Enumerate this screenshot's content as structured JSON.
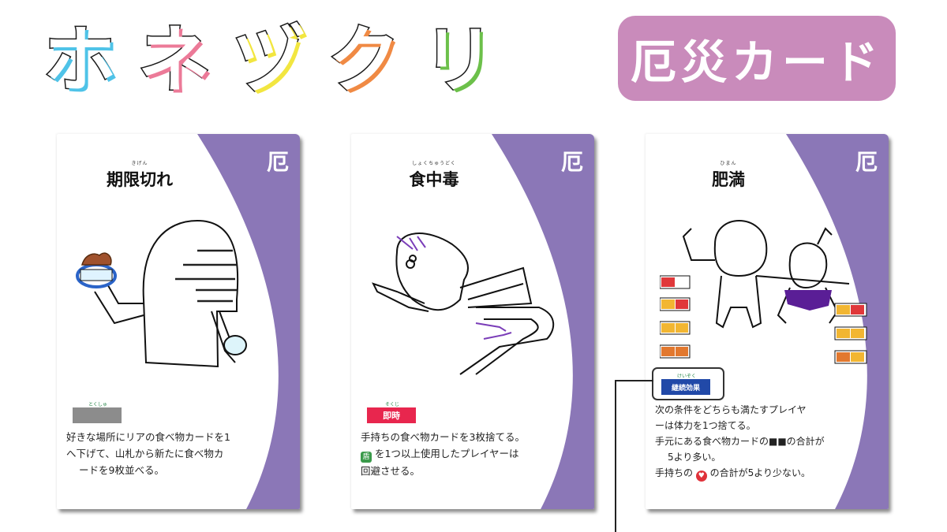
{
  "logo": {
    "chars": [
      "ホ",
      "ネ",
      "ヅ",
      "ク",
      "リ"
    ],
    "colors": [
      "#4FC3E8",
      "#EC7A98",
      "#F2E640",
      "#F08A44",
      "#6CC04A"
    ]
  },
  "badge": {
    "label": "厄災カード",
    "color": "#C98BBB"
  },
  "theme": {
    "card_accent": "#8B77B7",
    "corner_mark": "厄"
  },
  "cards": [
    {
      "ruby": "きげん",
      "title": "期限切れ",
      "illustration": "character-holding-expired-food",
      "tag_ruby": "とくしゅ",
      "tag_label": "",
      "tag_color": "#8C8C8C",
      "description": [
        "好きな場所にリアの食べ物カードを1",
        "へ下げて、山札から新たに食べ物カ",
        "ードを9枚並べる。"
      ]
    },
    {
      "ruby": "しょくちゅうどく",
      "title": "食中毒",
      "illustration": "character-falling-food-poisoning",
      "tag_ruby": "そくじ",
      "tag_label": "即時",
      "tag_color": "#E8264E",
      "description": [
        "手持ちの食べ物カードを3枚捨てる。",
        "[shield] を1つ以上使用したプレイヤーは",
        "回避させる。"
      ],
      "inline_icon": {
        "name": "shield-icon",
        "color": "#3A9A4A",
        "glyph": "盾"
      }
    },
    {
      "ruby": "ひまん",
      "title": "肥満",
      "illustration": "two-characters-sumo-with-battery-gauges",
      "tag_ruby": "けいぞく",
      "tag_label": "継続効果",
      "tag_color": "#2149A8",
      "description": [
        "次の条件をどちらも満たすプレイヤ",
        "ーは体力を1つ捨てる。",
        "手元にある食べ物カードの■■の合計が",
        "5より多い。",
        "手持ちの ♥ の合計が5より少ない。"
      ],
      "inline_icon": {
        "name": "heart-icon",
        "color": "#E0323A",
        "glyph": "♥"
      },
      "gauges_left": [
        [
          "#E0383A",
          "#ffffff"
        ],
        [
          "#F2B632",
          "#E0383A"
        ],
        [
          "#F2B632",
          "#F2B632"
        ],
        [
          "#E2782E",
          "#E2782E"
        ]
      ],
      "gauges_right": [
        [
          "#F2B632",
          "#E0383A"
        ],
        [
          "#F2B632",
          "#F2B632"
        ],
        [
          "#E2782E",
          "#F2B632"
        ]
      ]
    }
  ]
}
